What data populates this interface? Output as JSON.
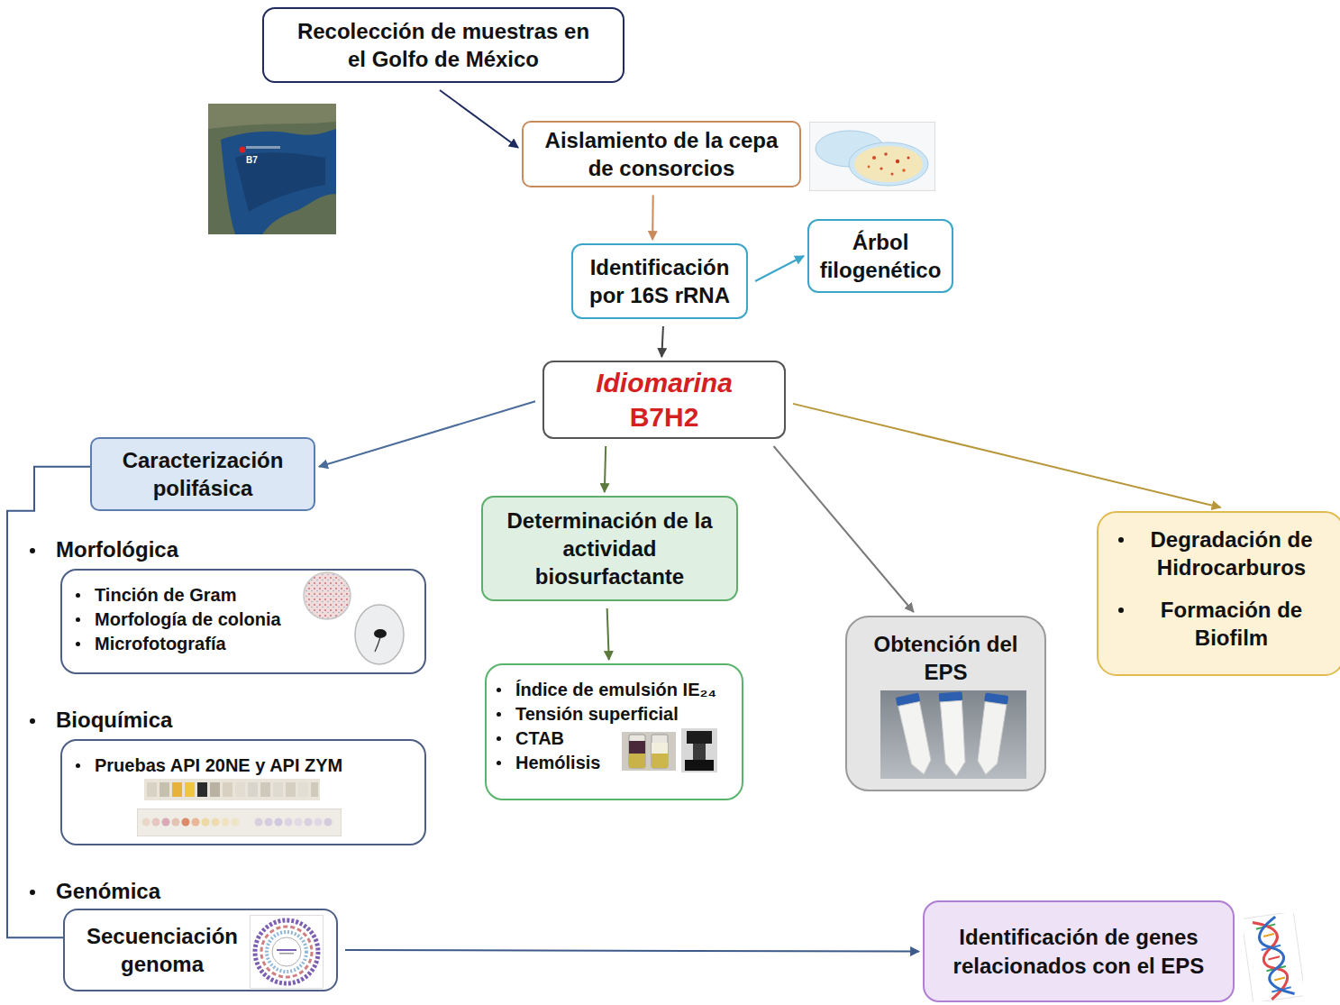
{
  "diagram": {
    "nodes": [
      {
        "text": [
          "Recolección de muestras en el Golfo de México"
        ]
      },
      {
        "text": [
          "Aislamiento de la cepa de consorcios"
        ]
      },
      {
        "text": [
          "Identificación por 16S rRNA"
        ]
      },
      {
        "text": [
          "Árbol filogenético"
        ]
      },
      {
        "text": [
          "Idiomarina",
          "B7H2"
        ]
      },
      {
        "text": [
          "Caracterización polifásica"
        ]
      },
      {
        "text": [
          "Morfológica",
          "Tinción de Gram",
          "Morfología de colonia",
          "Microfotografía"
        ]
      },
      {
        "text": [
          "Bioquímica",
          "Pruebas API 20NE y API ZYM"
        ]
      },
      {
        "text": [
          "Genómica",
          "Secuenciación genoma"
        ]
      },
      {
        "text": [
          "Determinación de la actividad biosurfactante"
        ]
      },
      {
        "text": [
          "Índice de emulsión IE₂₄",
          "Tensión superficial",
          "CTAB",
          "Hemólisis"
        ]
      },
      {
        "text": [
          "Obtención del EPS"
        ]
      },
      {
        "text": [
          "Degradación de Hidrocarburos",
          "Formación de Biofilm"
        ]
      },
      {
        "text": [
          "Identificación de genes relacionados con el EPS"
        ]
      }
    ],
    "edges": [
      {
        "from": 0,
        "to": 1,
        "arrow": "to"
      },
      {
        "from": 1,
        "to": 2,
        "arrow": "to"
      },
      {
        "from": 2,
        "to": 3,
        "arrow": "to"
      },
      {
        "from": 2,
        "to": 4,
        "arrow": "to"
      },
      {
        "from": 4,
        "to": 5,
        "arrow": "to"
      },
      {
        "from": 4,
        "to": 9,
        "arrow": "to"
      },
      {
        "from": 9,
        "to": 10,
        "arrow": "to"
      },
      {
        "from": 4,
        "to": 11,
        "arrow": "to"
      },
      {
        "from": 4,
        "to": 12,
        "arrow": "to"
      },
      {
        "from": 5,
        "to": 8,
        "arrow": "none"
      },
      {
        "from": 8,
        "to": 13,
        "arrow": "to"
      }
    ],
    "labels": [
      "B7"
    ]
  }
}
